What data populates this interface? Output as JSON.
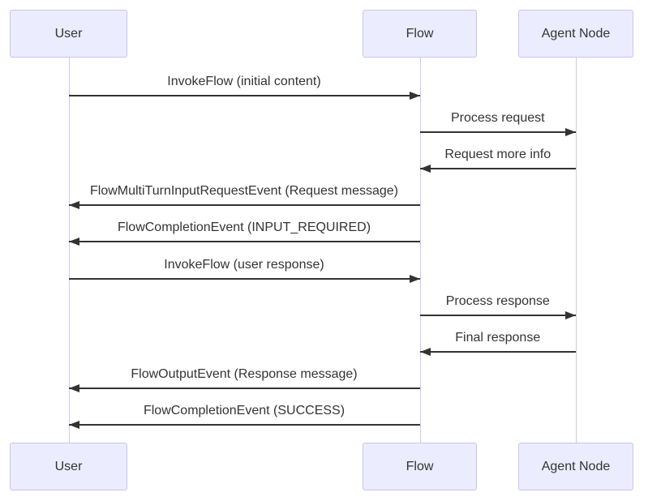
{
  "diagram": {
    "type": "sequence",
    "actors": [
      {
        "id": "user",
        "label": "User"
      },
      {
        "id": "flow",
        "label": "Flow"
      },
      {
        "id": "agent",
        "label": "Agent Node"
      }
    ],
    "messages": [
      {
        "from": "user",
        "to": "flow",
        "label": "InvokeFlow (initial content)"
      },
      {
        "from": "flow",
        "to": "agent",
        "label": "Process request"
      },
      {
        "from": "agent",
        "to": "flow",
        "label": "Request more info"
      },
      {
        "from": "flow",
        "to": "user",
        "label": "FlowMultiTurnInputRequestEvent (Request message)"
      },
      {
        "from": "flow",
        "to": "user",
        "label": "FlowCompletionEvent (INPUT_REQUIRED)"
      },
      {
        "from": "user",
        "to": "flow",
        "label": "InvokeFlow (user response)"
      },
      {
        "from": "flow",
        "to": "agent",
        "label": "Process response"
      },
      {
        "from": "agent",
        "to": "flow",
        "label": "Final response"
      },
      {
        "from": "flow",
        "to": "user",
        "label": "FlowOutputEvent (Response message)"
      },
      {
        "from": "flow",
        "to": "user",
        "label": "FlowCompletionEvent (SUCCESS)"
      }
    ],
    "colors": {
      "background": "#FFFFFF",
      "actor_fill": "#ECECFF",
      "actor_border": "#C8C4EE",
      "lifeline": "#CCC9F2",
      "arrow": "#333333",
      "text": "#333333"
    }
  }
}
